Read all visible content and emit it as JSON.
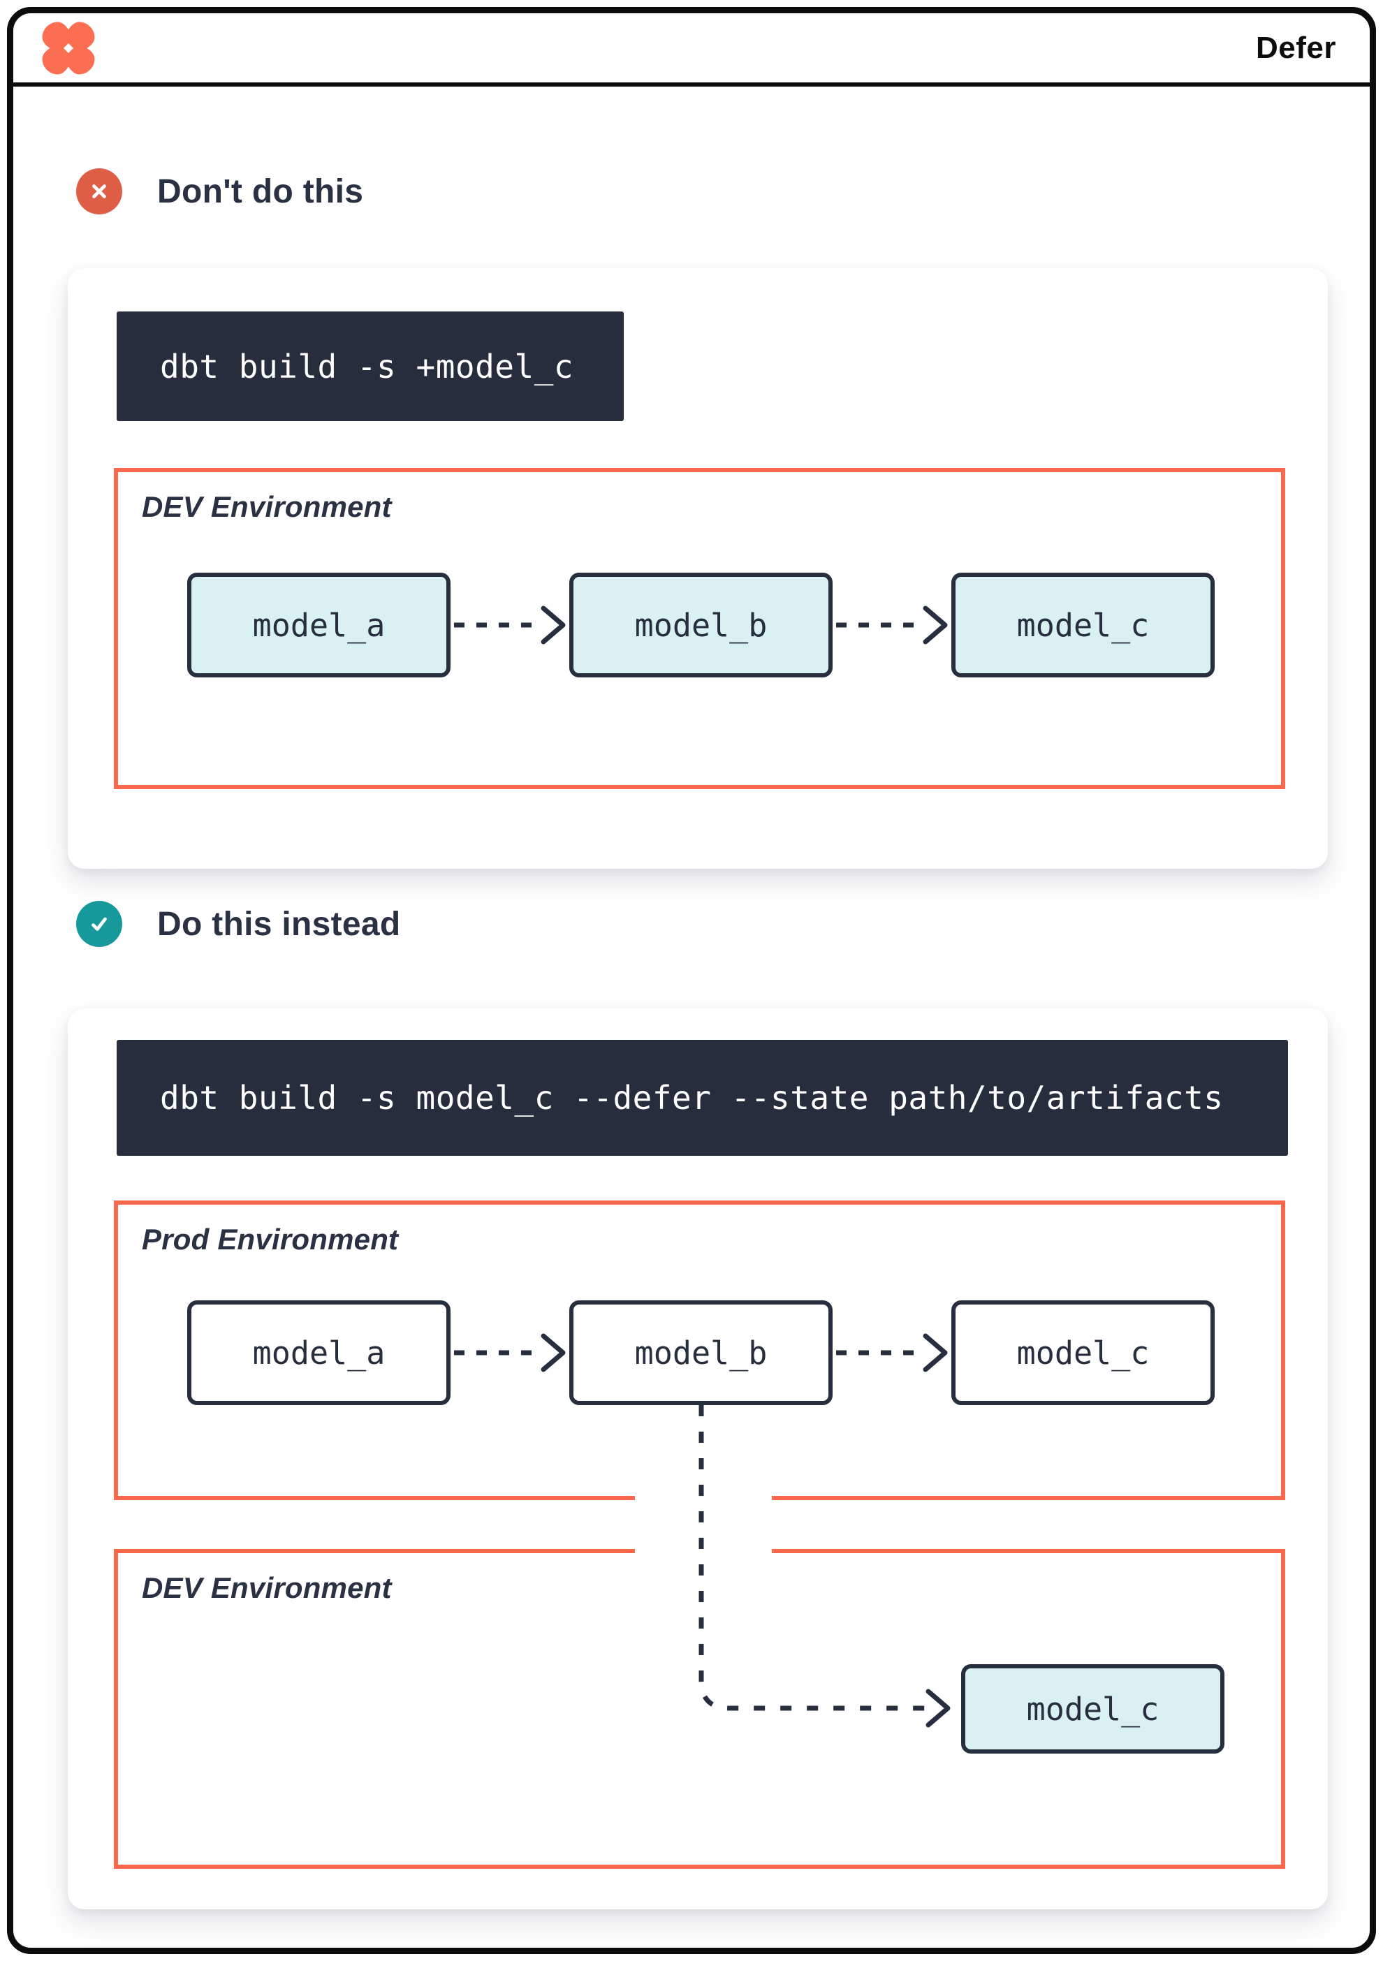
{
  "header": {
    "title": "Defer",
    "logo_icon": "dbt-logo"
  },
  "colors": {
    "accent_orange": "#F8694C",
    "badge_red": "#DE5E46",
    "badge_teal": "#17999B",
    "navy": "#272F3F",
    "heading_text": "#2A3143",
    "code_background": "#272D3C",
    "model_highlight_fill": "#D9F1F1",
    "frame_border": "#0C0C0C"
  },
  "sections": [
    {
      "heading": "Don't do this",
      "badge_icon": "x-circle",
      "command": "dbt build -s +model_c",
      "environments": [
        {
          "label": "DEV Environment",
          "models": [
            "model_a",
            "model_b",
            "model_c"
          ],
          "model_style": "highlighted"
        }
      ]
    },
    {
      "heading": "Do this instead",
      "badge_icon": "check-circle",
      "command": "dbt build -s model_c --defer --state path/to/artifacts",
      "environments": [
        {
          "label": "Prod Environment",
          "models": [
            "model_a",
            "model_b",
            "model_c"
          ],
          "model_style": "plain"
        },
        {
          "label": "DEV Environment",
          "models": [
            "model_c"
          ],
          "model_style": "highlighted"
        }
      ]
    }
  ]
}
